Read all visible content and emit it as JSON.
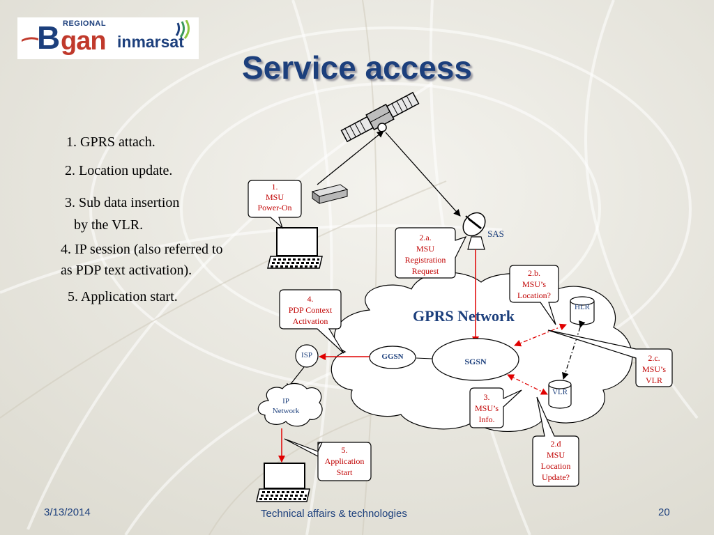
{
  "logo": {
    "bgan_regional": "REGIONAL",
    "bgan_b": "B",
    "bgan_gan": "gan",
    "inmarsat": "inmarsat"
  },
  "title": "Service access",
  "steps": [
    "1.  GPRS attach.",
    "2. Location update.",
    "3. Sub data insertion",
    "by the VLR.",
    "4. IP session (also referred to",
    "as PDP text activation).",
    "5.  Application start."
  ],
  "diagram": {
    "network_label": "GPRS Network",
    "sas": "SAS",
    "hlr": "HLR",
    "vlr": "VLR",
    "sgsn": "SGSN",
    "ggsn": "GGSN",
    "isp": "ISP",
    "ip_network": [
      "IP",
      "Network"
    ],
    "callouts": {
      "c1": [
        "1.",
        "MSU",
        "Power-On"
      ],
      "c2a": [
        "2.a.",
        "MSU",
        "Registration",
        "Request"
      ],
      "c2b": [
        "2.b.",
        "MSU’s",
        "Location?"
      ],
      "c2c": [
        "2.c.",
        "MSU’s",
        "VLR"
      ],
      "c2d": [
        "2.d",
        "MSU",
        "Location",
        "Update?"
      ],
      "c3": [
        "3.",
        "MSU’s",
        "Info."
      ],
      "c4": [
        "4.",
        "PDP Context",
        "Activation"
      ],
      "c5": [
        "5.",
        "Application",
        "Start"
      ]
    }
  },
  "footer": {
    "date": "3/13/2014",
    "center": "Technical affairs & technologies",
    "page": "20"
  },
  "colors": {
    "title": "#1c3f7c",
    "callout_text": "#c00000",
    "arrow_red": "#e00000",
    "background": "#ebe8df"
  }
}
